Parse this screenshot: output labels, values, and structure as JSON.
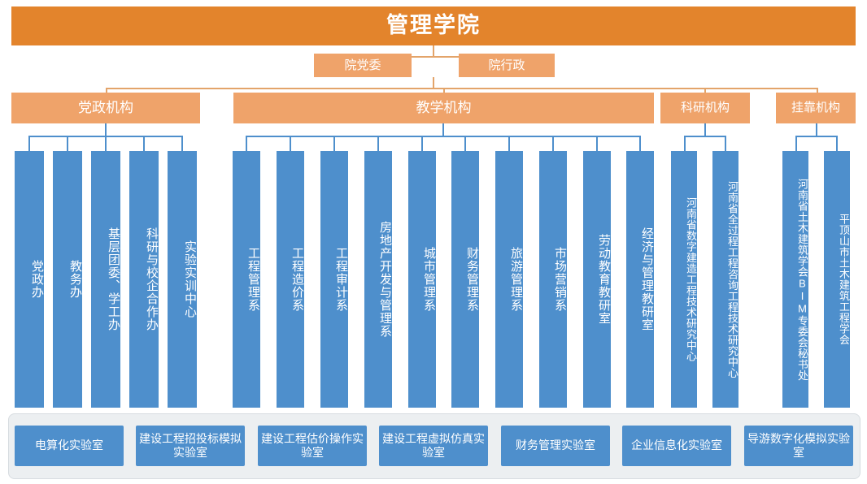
{
  "title": {
    "label": "管理学院"
  },
  "row2": [
    {
      "label": "院党委"
    },
    {
      "label": "院行政"
    }
  ],
  "categories": [
    {
      "label": "党政机构"
    },
    {
      "label": "教学机构"
    },
    {
      "label": "科研机构"
    },
    {
      "label": "挂靠机构"
    }
  ],
  "admin_units": [
    {
      "label": "党政办"
    },
    {
      "label": "教务办"
    },
    {
      "label": "基层团委、学工办"
    },
    {
      "label": "科研与校企合作办"
    },
    {
      "label": "实验实训中心"
    }
  ],
  "teaching_units": [
    {
      "label": "工程管理系"
    },
    {
      "label": "工程造价系"
    },
    {
      "label": "工程审计系"
    },
    {
      "label": "房地产开发与管理系"
    },
    {
      "label": "城市管理系"
    },
    {
      "label": "财务管理系"
    },
    {
      "label": "旅游管理系"
    },
    {
      "label": "市场营销系"
    },
    {
      "label": "劳动教育教研室"
    },
    {
      "label": "经济与管理教研室"
    }
  ],
  "research_units": [
    {
      "label": "河南省数字建造工程技术研究中心"
    },
    {
      "label": "河南省全过程工程咨询工程技术研究中心"
    }
  ],
  "affiliated_units": [
    {
      "label": "河南省土木建筑学会BIM专委会秘书处"
    },
    {
      "label": "平顶山市土木建筑工程学会"
    }
  ],
  "labs": [
    {
      "label": "电算化实验室"
    },
    {
      "label": "建设工程招投标模拟实验室"
    },
    {
      "label": "建设工程估价操作实验室"
    },
    {
      "label": "建设工程虚拟仿真实验室"
    },
    {
      "label": "财务管理实验室"
    },
    {
      "label": "企业信息化实验室"
    },
    {
      "label": "导游数字化模拟实验室"
    }
  ],
  "colors": {
    "title_orange": "#e3842c",
    "light_orange": "#efa36a",
    "blue": "#4e8fcc",
    "strip_gray": "#eceff1"
  }
}
